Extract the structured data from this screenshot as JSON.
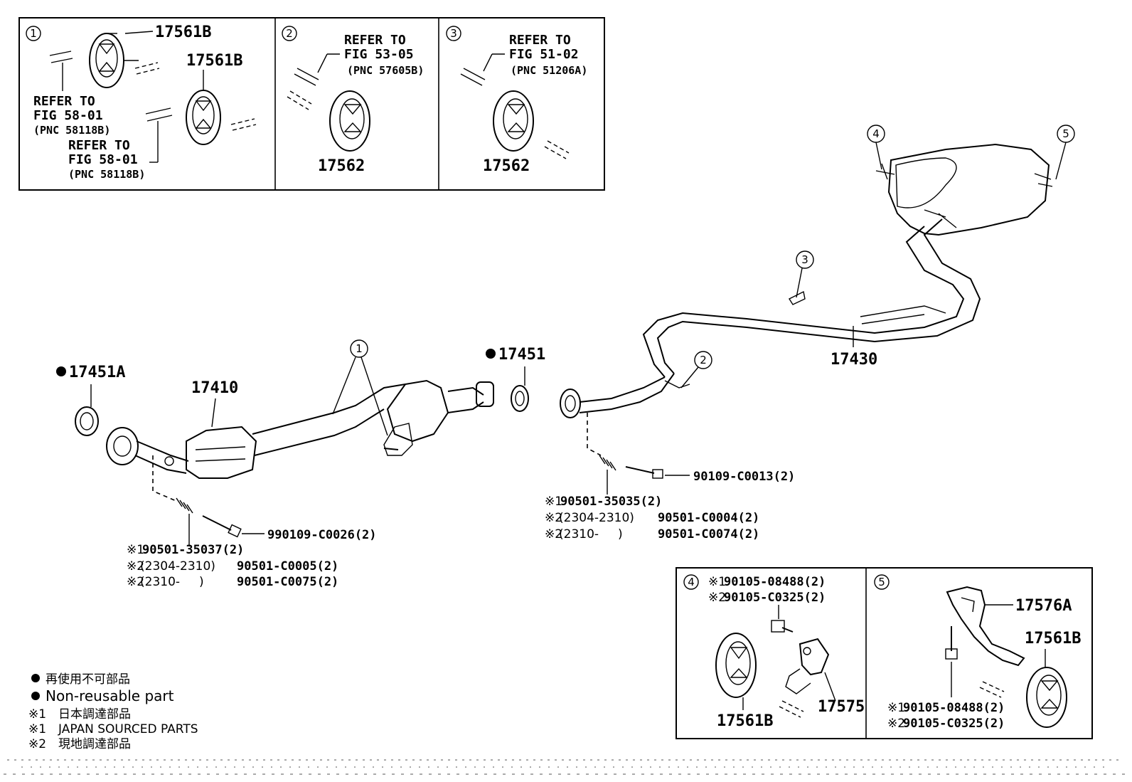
{
  "inset1": {
    "circle": "1",
    "part_top": "17561B",
    "part_mid": "17561B",
    "ref1_line1": "REFER TO",
    "ref1_line2": "FIG 58-01",
    "ref1_line3": "(PNC 58118B)",
    "ref2_line1": "REFER TO",
    "ref2_line2": "FIG 58-01",
    "ref2_line3": "(PNC 58118B)"
  },
  "inset2": {
    "circle": "2",
    "ref_line1": "REFER TO",
    "ref_line2": "FIG 53-05",
    "ref_line3": "(PNC 57605B)",
    "part": "17562"
  },
  "inset3": {
    "circle": "3",
    "ref_line1": "REFER TO",
    "ref_line2": "FIG 51-02",
    "ref_line3": "(PNC 51206A)",
    "part": "17562"
  },
  "main": {
    "gasket_front": "17451A",
    "gasket_mid": "17451",
    "converter": "17410",
    "tailpipe": "17430",
    "callout_1": "1",
    "callout_2": "2",
    "callout_3": "3",
    "callout_4": "4",
    "callout_5": "5",
    "bolt_front": "990109-C0026(2)",
    "spring_front_1_mark": "※1",
    "spring_front_1": "90501-35037(2)",
    "spring_front_2_mark": "※2",
    "spring_front_2_range": "(2304-2310)",
    "spring_front_2": "90501-C0005(2)",
    "spring_front_3_mark": "※2",
    "spring_front_3_range": "(2310-     )",
    "spring_front_3": "90501-C0075(2)",
    "bolt_rear": "90109-C0013(2)",
    "spring_rear_1_mark": "※1",
    "spring_rear_1": "90501-35035(2)",
    "spring_rear_2_mark": "※2",
    "spring_rear_2_range": "(2304-2310)",
    "spring_rear_2": "90501-C0004(2)",
    "spring_rear_3_mark": "※2",
    "spring_rear_3_range": "(2310-     )",
    "spring_rear_3": "90501-C0074(2)"
  },
  "inset4": {
    "circle": "4",
    "bolt1_mark": "※1",
    "bolt1": "90105-08488(2)",
    "bolt2_mark": "※2",
    "bolt2": "90105-C0325(2)",
    "part_hanger": "17561B",
    "part_bracket": "17575"
  },
  "inset5": {
    "circle": "5",
    "part_bracket": "17576A",
    "part_hanger": "17561B",
    "bolt1_mark": "※1",
    "bolt1": "90105-08488(2)",
    "bolt2_mark": "※2",
    "bolt2": "90105-C0325(2)"
  },
  "legend": {
    "nonreuse_jp": "再使用不可部品",
    "nonreuse_en": "Non-reusable part",
    "src1_mark": "※1",
    "src1_jp": "日本調達部品",
    "src1_en_mark": "※1",
    "src1_en": "JAPAN SOURCED PARTS",
    "src2_mark": "※2",
    "src2_jp": "現地調達部品"
  }
}
